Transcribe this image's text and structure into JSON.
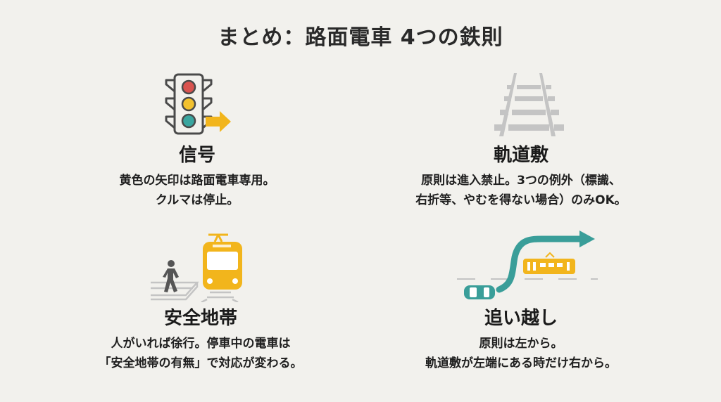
{
  "title": "まとめ：路面電車 4つの鉄則",
  "rules": [
    {
      "icon": "traffic-light-with-yellow-arrow-icon",
      "heading": "信号",
      "lines": [
        "黄色の矢印は路面電車専用。",
        "クルマは停止。"
      ]
    },
    {
      "icon": "railway-track-icon",
      "heading": "軌道敷",
      "lines": [
        "原則は進入禁止。3つの例外（標識、",
        "右折等、やむを得ない場合）のみOK。"
      ]
    },
    {
      "icon": "safety-zone-pedestrian-tram-icon",
      "heading": "安全地帯",
      "lines": [
        "人がいれば徐行。停車中の電車は",
        "「安全地帯の有無」で対応が変わる。"
      ]
    },
    {
      "icon": "car-overtaking-tram-icon",
      "heading": "追い越し",
      "lines": [
        "原則は左から。",
        "軌道敷が左端にある時だけ右から。"
      ]
    }
  ],
  "colors": {
    "background": "#f2f1ed",
    "signal_red": "#d9534f",
    "signal_yellow": "#f2c12e",
    "signal_teal": "#3aa6a0",
    "arrow_yellow": "#f2b51c",
    "tram_yellow": "#f2b51c",
    "teal_arrow": "#3a9e99",
    "track_gray": "#c4c4c4",
    "outline_dark": "#4a4a4a"
  }
}
